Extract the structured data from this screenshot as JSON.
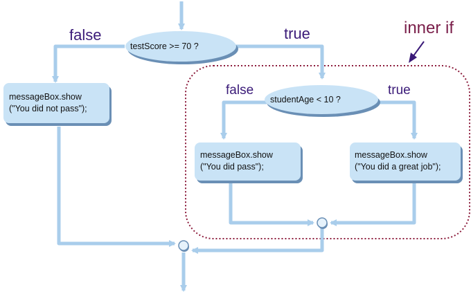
{
  "labels": {
    "outer_false": "false",
    "outer_true": "true",
    "inner_false": "false",
    "inner_true": "true",
    "inner_if": "inner if"
  },
  "nodes": {
    "outer_condition": "testScore >= 70 ?",
    "inner_condition": "studentAge < 10 ?",
    "box_not_pass": {
      "line1": "messageBox.show",
      "line2": "(\"You did not pass\");"
    },
    "box_pass": {
      "line1": "messageBox.show",
      "line2": "(\"You did pass\");"
    },
    "box_great": {
      "line1": "messageBox.show",
      "line2": "(\"You did a great job\");"
    }
  },
  "colors": {
    "node_fill": "#c9e3f6",
    "node_shadow": "#6a8fb5",
    "arrow": "#a9cdeb",
    "inner_border": "#8b1a3a",
    "label": "#3a1a78"
  }
}
